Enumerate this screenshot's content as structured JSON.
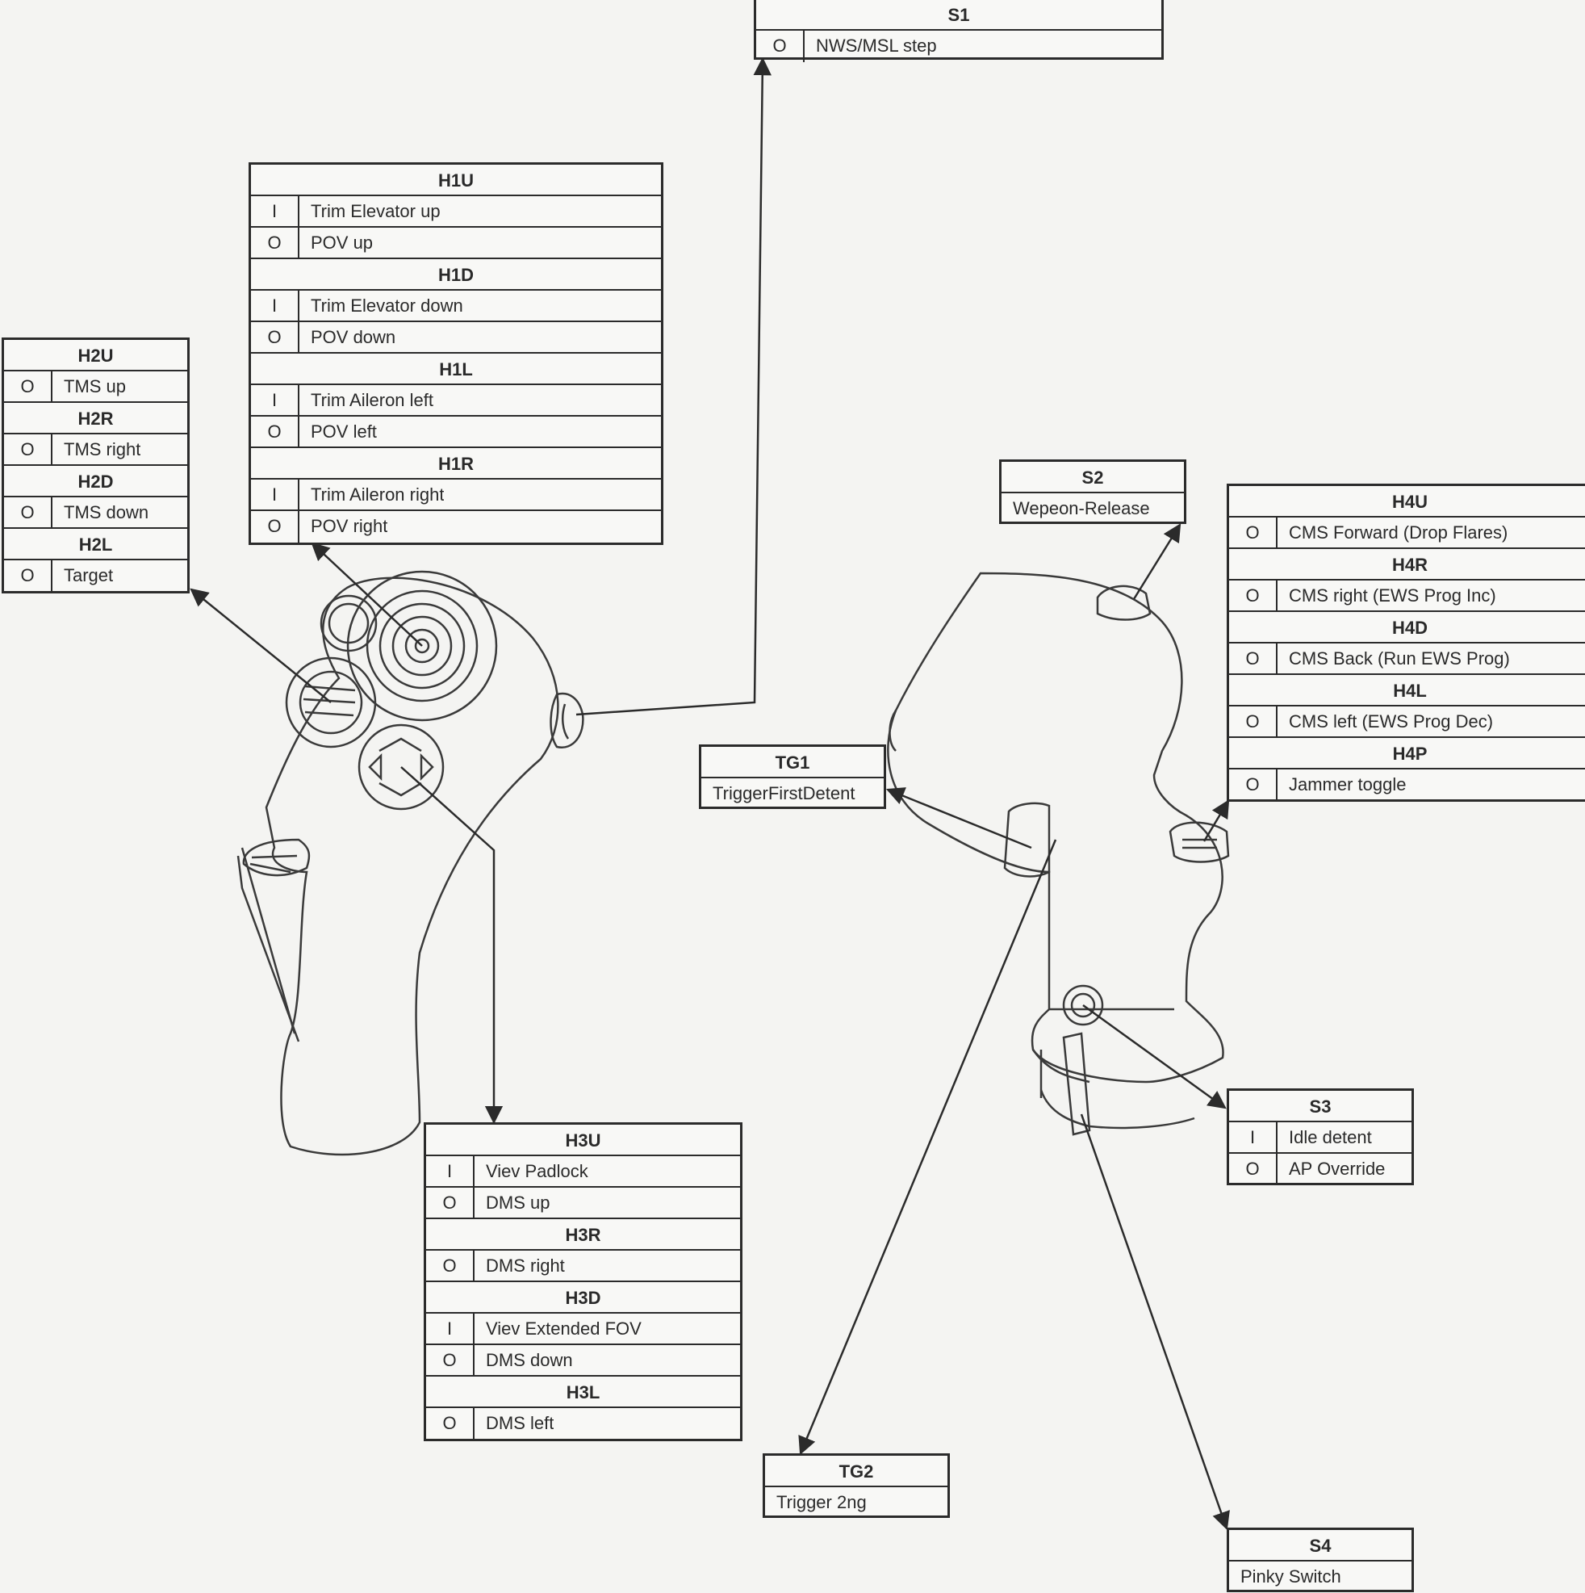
{
  "boxes": [
    {
      "id": "S1",
      "header": "S1",
      "rows": [
        {
          "mode": "O",
          "action": "NWS/MSL step"
        }
      ]
    },
    {
      "id": "H1",
      "groups": [
        {
          "header": "H1U",
          "rows": [
            {
              "mode": "I",
              "action": "Trim Elevator up"
            },
            {
              "mode": "O",
              "action": "POV up"
            }
          ]
        },
        {
          "header": "H1D",
          "rows": [
            {
              "mode": "I",
              "action": "Trim Elevator down"
            },
            {
              "mode": "O",
              "action": "POV down"
            }
          ]
        },
        {
          "header": "H1L",
          "rows": [
            {
              "mode": "I",
              "action": "Trim Aileron left"
            },
            {
              "mode": "O",
              "action": "POV left"
            }
          ]
        },
        {
          "header": "H1R",
          "rows": [
            {
              "mode": "I",
              "action": "Trim Aileron right"
            },
            {
              "mode": "O",
              "action": "POV right"
            }
          ]
        }
      ]
    },
    {
      "id": "H2",
      "groups": [
        {
          "header": "H2U",
          "rows": [
            {
              "mode": "O",
              "action": "TMS up"
            }
          ]
        },
        {
          "header": "H2R",
          "rows": [
            {
              "mode": "O",
              "action": "TMS right"
            }
          ]
        },
        {
          "header": "H2D",
          "rows": [
            {
              "mode": "O",
              "action": "TMS down"
            }
          ]
        },
        {
          "header": "H2L",
          "rows": [
            {
              "mode": "O",
              "action": "Target"
            }
          ]
        }
      ]
    },
    {
      "id": "H3",
      "groups": [
        {
          "header": "H3U",
          "rows": [
            {
              "mode": "I",
              "action": "Viev Padlock"
            },
            {
              "mode": "O",
              "action": "DMS up"
            }
          ]
        },
        {
          "header": "H3R",
          "rows": [
            {
              "mode": "O",
              "action": "DMS right"
            }
          ]
        },
        {
          "header": "H3D",
          "rows": [
            {
              "mode": "I",
              "action": "Viev Extended FOV"
            },
            {
              "mode": "O",
              "action": "DMS down"
            }
          ]
        },
        {
          "header": "H3L",
          "rows": [
            {
              "mode": "O",
              "action": "DMS left"
            }
          ]
        }
      ]
    },
    {
      "id": "S2",
      "header": "S2",
      "plain": "Wepeon-Release"
    },
    {
      "id": "H4",
      "groups": [
        {
          "header": "H4U",
          "rows": [
            {
              "mode": "O",
              "action": "CMS Forward (Drop Flares)"
            }
          ]
        },
        {
          "header": "H4R",
          "rows": [
            {
              "mode": "O",
              "action": "CMS right (EWS Prog Inc)"
            }
          ]
        },
        {
          "header": "H4D",
          "rows": [
            {
              "mode": "O",
              "action": "CMS Back (Run EWS Prog)"
            }
          ]
        },
        {
          "header": "H4L",
          "rows": [
            {
              "mode": "O",
              "action": "CMS left (EWS Prog Dec)"
            }
          ]
        },
        {
          "header": "H4P",
          "rows": [
            {
              "mode": "O",
              "action": "Jammer toggle"
            }
          ]
        }
      ]
    },
    {
      "id": "TG1",
      "header": "TG1",
      "plain": "TriggerFirstDetent"
    },
    {
      "id": "S3",
      "header": "S3",
      "rows": [
        {
          "mode": "I",
          "action": "Idle detent"
        },
        {
          "mode": "O",
          "action": "AP Override"
        }
      ]
    },
    {
      "id": "TG2",
      "header": "TG2",
      "plain": "Trigger 2ng"
    },
    {
      "id": "S4",
      "header": "S4",
      "plain": "Pinky Switch"
    }
  ]
}
